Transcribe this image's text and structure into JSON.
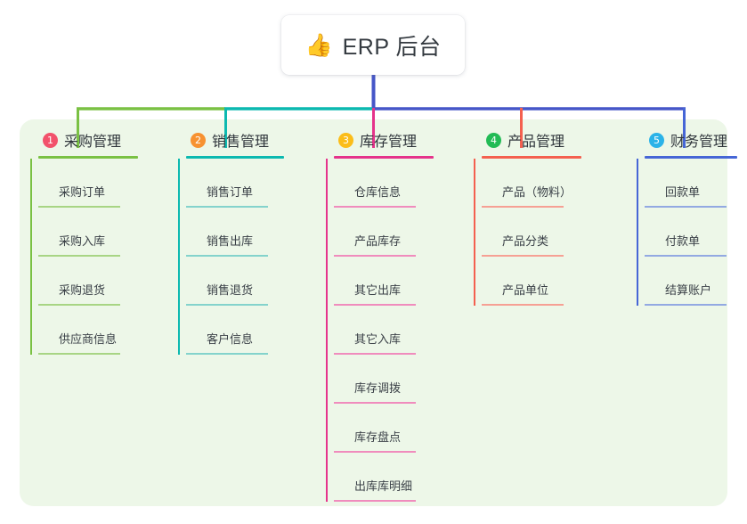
{
  "root": {
    "icon": "thumbs-up-icon",
    "emoji": "👍",
    "title": "ERP 后台"
  },
  "theme": {
    "panel_bg": "#edf7e8",
    "page_bg": "#ffffff",
    "text": "#2f353b",
    "root_stem": "#4656c8"
  },
  "columns": [
    {
      "index": "1",
      "title": "采购管理",
      "badge_color": "#f2526b",
      "line_color": "#7ac143",
      "leaf_line_color": "#a8d584",
      "items": [
        {
          "label": "采购订单"
        },
        {
          "label": "采购入库"
        },
        {
          "label": "采购退货"
        },
        {
          "label": "供应商信息"
        }
      ]
    },
    {
      "index": "2",
      "title": "销售管理",
      "badge_color": "#f79231",
      "line_color": "#0cb9b0",
      "leaf_line_color": "#84d3cc",
      "items": [
        {
          "label": "销售订单"
        },
        {
          "label": "销售出库"
        },
        {
          "label": "销售退货"
        },
        {
          "label": "客户信息"
        }
      ]
    },
    {
      "index": "3",
      "title": "库存管理",
      "badge_color": "#fbbd19",
      "line_color": "#e5338b",
      "leaf_line_color": "#f08cbd",
      "items": [
        {
          "label": "仓库信息"
        },
        {
          "label": "产品库存"
        },
        {
          "label": "其它出库"
        },
        {
          "label": "其它入库"
        },
        {
          "label": "库存调拨"
        },
        {
          "label": "库存盘点"
        },
        {
          "label": "出库库明细"
        }
      ]
    },
    {
      "index": "4",
      "title": "产品管理",
      "badge_color": "#22bb55",
      "line_color": "#f4604f",
      "leaf_line_color": "#f6a094",
      "items": [
        {
          "label": "产品（物料）"
        },
        {
          "label": "产品分类"
        },
        {
          "label": "产品单位"
        }
      ]
    },
    {
      "index": "5",
      "title": "财务管理",
      "badge_color": "#2bb3e8",
      "line_color": "#4666d6",
      "leaf_line_color": "#93a9e2",
      "items": [
        {
          "label": "回款单"
        },
        {
          "label": "付款单"
        },
        {
          "label": "结算账户"
        }
      ]
    }
  ],
  "connectors": {
    "segments": [
      {
        "name": "segment-green",
        "color": "#7ac143"
      },
      {
        "name": "segment-teal",
        "color": "#0cb9b0"
      },
      {
        "name": "segment-blue",
        "color": "#4656c8"
      }
    ]
  }
}
